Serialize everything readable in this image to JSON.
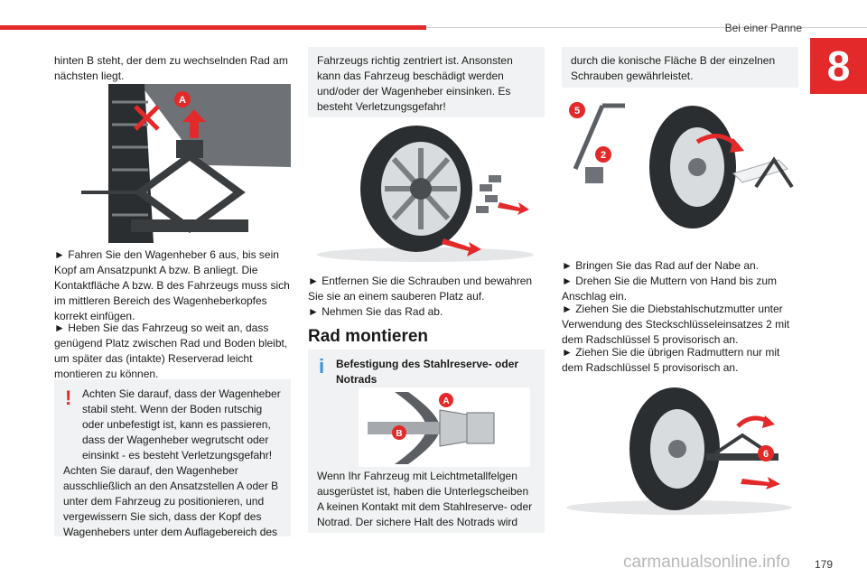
{
  "header": {
    "section_title": "Bei einer Panne",
    "chapter": "8"
  },
  "col1": {
    "intro": "hinten B steht, der dem zu wechselnden Rad am nächsten liegt.",
    "step1": "► Fahren Sie den Wagenheber 6 aus, bis sein Kopf am Ansatzpunkt A bzw. B anliegt. Die Kontaktfläche A bzw. B des Fahrzeugs muss sich im mittleren Bereich des Wagenheberkopfes korrekt einfügen.",
    "step2": "► Heben Sie das Fahrzeug so weit an, dass genügend Platz zwischen Rad und Boden bleibt, um später das (intakte) Reserverad leicht montieren zu können.",
    "warning_p1": "Achten Sie darauf, dass der Wagenheber stabil steht. Wenn der Boden rutschig oder unbefestigt ist, kann es passieren, dass der Wagenheber wegrutscht oder einsinkt - es besteht Verletzungsgefahr!",
    "warning_p2": "Achten Sie darauf, den Wagenheber ausschließlich an den Ansatzstellen A oder B unter dem Fahrzeug zu positionieren, und vergewissern Sie sich, dass der Kopf des Wagenhebers unter dem Auflagebereich des",
    "fig_label": "A"
  },
  "col2": {
    "warning_cont": "Fahrzeugs richtig zentriert ist. Ansonsten kann das Fahrzeug beschädigt werden und/oder der Wagenheber einsinken. Es besteht Verletzungsgefahr!",
    "step1": "► Entfernen Sie die Schrauben und bewahren Sie sie an einem sauberen Platz auf.",
    "step2": "► Nehmen Sie das Rad ab.",
    "heading": "Rad montieren",
    "info_title": "Befestigung des Stahlreserve- oder Notrads",
    "info_text": "Wenn Ihr Fahrzeug mit Leichtmetallfelgen ausgerüstet ist, haben die Unterlegscheiben A keinen Kontakt mit dem Stahlreserve- oder Notrad. Der sichere Halt des Notrads wird",
    "fig_label_a": "A",
    "fig_label_b": "B"
  },
  "col3": {
    "info_cont": "durch die konische Fläche B der einzelnen Schrauben gewährleistet.",
    "step1": "► Bringen Sie das Rad auf der Nabe an.",
    "step2": "► Drehen Sie die Muttern von Hand bis zum Anschlag ein.",
    "step3": "► Ziehen Sie die Diebstahlschutzmutter unter Verwendung des Steckschlüsseleinsatzes 2 mit dem Radschlüssel 5 provisorisch an.",
    "step4": "► Ziehen Sie die übrigen Radmuttern nur mit dem Radschlüssel 5 provisorisch an.",
    "fig1_label_5": "5",
    "fig1_label_2": "2",
    "fig2_label_6": "6"
  },
  "footer": {
    "page_number": "179",
    "watermark": "carmanualsonline.info"
  }
}
